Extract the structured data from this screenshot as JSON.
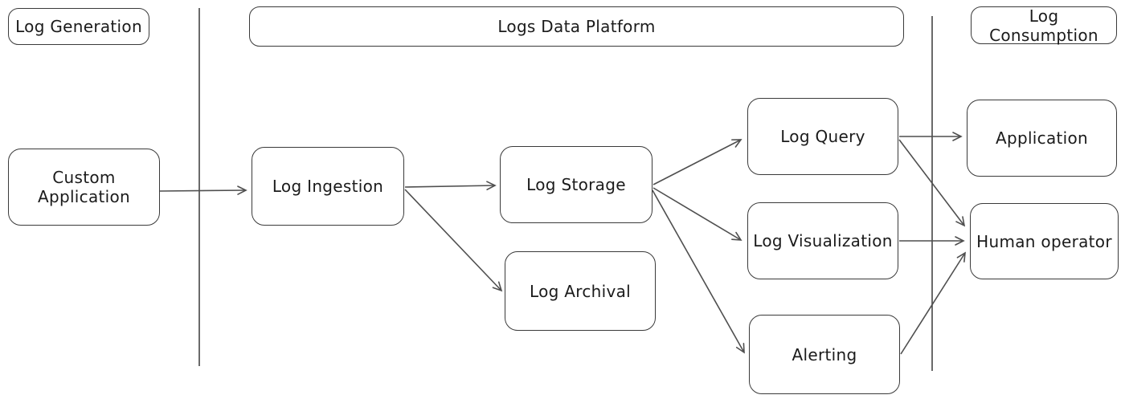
{
  "sections": {
    "log_generation": {
      "label": "Log Generation"
    },
    "logs_data_platform": {
      "label": "Logs Data Platform"
    },
    "log_consumption": {
      "label": "Log Consumption"
    }
  },
  "nodes": {
    "custom_application": {
      "label": "Custom Application"
    },
    "log_ingestion": {
      "label": "Log Ingestion"
    },
    "log_storage": {
      "label": "Log Storage"
    },
    "log_archival": {
      "label": "Log Archival"
    },
    "log_query": {
      "label": "Log Query"
    },
    "log_visualization": {
      "label": "Log Visualization"
    },
    "alerting": {
      "label": "Alerting"
    },
    "application": {
      "label": "Application"
    },
    "human_operator": {
      "label": "Human operator"
    }
  },
  "edges": [
    {
      "from": "custom_application",
      "to": "log_ingestion"
    },
    {
      "from": "log_ingestion",
      "to": "log_storage"
    },
    {
      "from": "log_ingestion",
      "to": "log_archival"
    },
    {
      "from": "log_storage",
      "to": "log_query"
    },
    {
      "from": "log_storage",
      "to": "log_visualization"
    },
    {
      "from": "log_storage",
      "to": "alerting"
    },
    {
      "from": "log_query",
      "to": "application"
    },
    {
      "from": "log_query",
      "to": "human_operator"
    },
    {
      "from": "log_visualization",
      "to": "human_operator"
    },
    {
      "from": "alerting",
      "to": "human_operator"
    }
  ],
  "colors": {
    "box_stroke": "#3a3a3a",
    "arrow_stroke": "#4f4f4f",
    "divider_stroke": "#454545",
    "text": "#1b1b1b",
    "background": "#ffffff"
  }
}
